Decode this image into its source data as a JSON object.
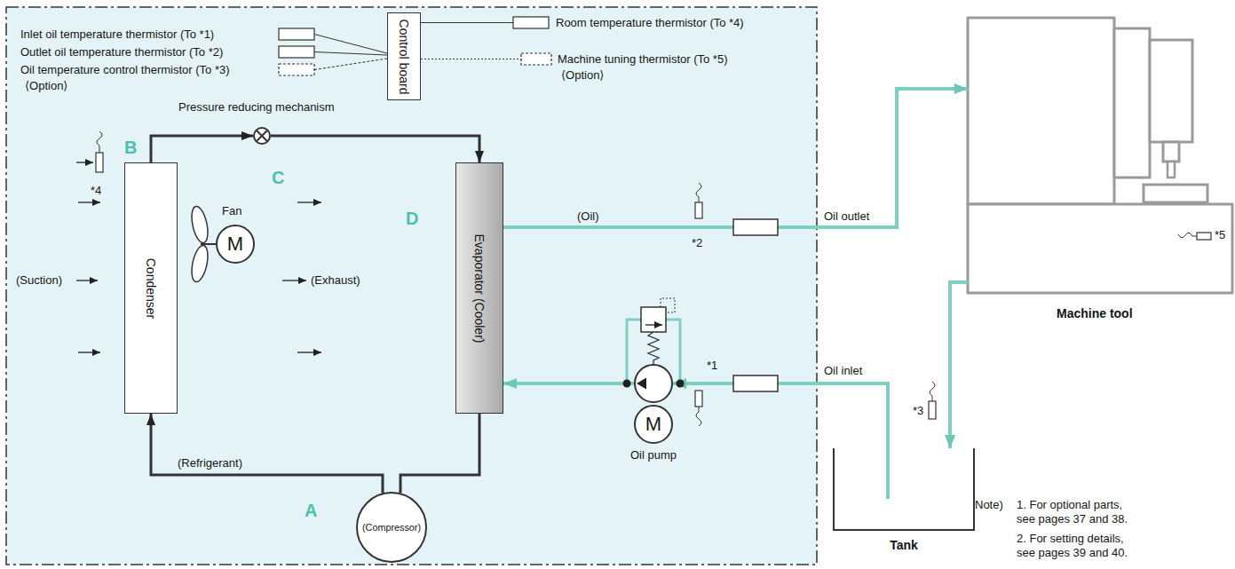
{
  "diagram": {
    "nodes": [
      {
        "text": [
          "Control board"
        ]
      },
      {
        "text": [
          "Condenser"
        ]
      },
      {
        "text": [
          "M",
          "Fan"
        ]
      },
      {
        "text": [
          "Pressure reducing mechanism"
        ]
      },
      {
        "text": [
          "Evaporator (Cooler)"
        ]
      },
      {
        "text": [
          "M",
          "Oil pump"
        ]
      },
      {
        "text": [
          "(Compressor)"
        ]
      },
      {
        "text": [
          "Machine tool"
        ]
      },
      {
        "text": [
          "Tank"
        ]
      }
    ],
    "edges": [
      {
        "from": 1,
        "to": 3,
        "arrow": "to"
      },
      {
        "from": 3,
        "to": 4,
        "arrow": "to"
      },
      {
        "from": 4,
        "to": 6,
        "arrow": "none"
      },
      {
        "from": 6,
        "to": 1,
        "label": "(Refrigerant)",
        "arrow": "to"
      },
      {
        "from": 4,
        "to": 7,
        "label": "(Oil)",
        "arrow": "to"
      },
      {
        "from": 7,
        "to": 8,
        "arrow": "to"
      },
      {
        "from": 8,
        "to": 5,
        "arrow": "to"
      },
      {
        "from": 5,
        "to": 4,
        "arrow": "to"
      }
    ],
    "labels": [
      "Inlet oil temperature thermistor (To *1)",
      "Outlet oil temperature thermistor (To *2)",
      "Oil temperature control thermistor (To *3)",
      "⟨Option⟩",
      "Room temperature thermistor (To *4)",
      "Machine tuning thermistor (To *5)",
      "⟨Option⟩",
      "B",
      "C",
      "D",
      "A",
      "*4",
      "(Suction)",
      "(Exhaust)",
      "*2",
      "Oil outlet",
      "*1",
      "Oil inlet",
      "*5",
      "*3",
      "Note)",
      "1. For optional parts, see pages 37 and 38.",
      "2. For setting details, see pages 39 and 40."
    ]
  }
}
